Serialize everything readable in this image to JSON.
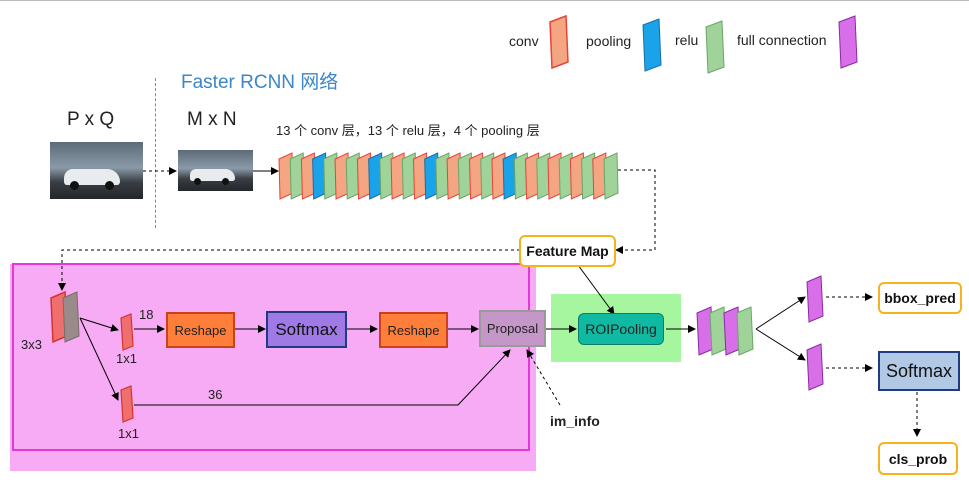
{
  "legend": {
    "conv": "conv",
    "pooling": "pooling",
    "relu": "relu",
    "full_connection": "full connection"
  },
  "colors": {
    "conv": "#f4a582",
    "conv_border": "#e8423a",
    "pooling": "#1aa3e8",
    "relu": "#9fd39a",
    "full_connection": "#d86ee8",
    "rpn_region": "#f7a6f3",
    "rpn_border": "#e637d8",
    "roi_region": "#a6f59f",
    "title": "#3b86c8"
  },
  "title": "Faster RCNN 网络",
  "input_label": "P x Q",
  "resized_label": "M x N",
  "backbone_caption": "13 个 conv 层，13 个 relu 层，4 个 pooling 层",
  "backbone_layers": [
    "conv",
    "relu",
    "conv",
    "pooling",
    "relu",
    "conv",
    "relu",
    "conv",
    "pooling",
    "relu",
    "conv",
    "relu",
    "conv",
    "pooling",
    "relu",
    "conv",
    "relu",
    "conv",
    "relu",
    "conv",
    "pooling",
    "relu",
    "conv",
    "relu",
    "conv",
    "relu",
    "conv",
    "relu",
    "conv",
    "relu"
  ],
  "feature_map": "Feature Map",
  "rpn": {
    "conv3x3": "3x3",
    "cls_channels": "18",
    "conv1x1_top": "1x1",
    "reshape1": "Reshape",
    "softmax": "Softmax",
    "reshape2": "Reshape",
    "proposal": "Proposal",
    "reg_channels": "36",
    "conv1x1_bottom": "1x1",
    "im_info": "im_info"
  },
  "roi_pooling": "ROIPooling",
  "head": {
    "bbox_pred": "bbox_pred",
    "softmax": "Softmax",
    "cls_prob": "cls_prob"
  }
}
